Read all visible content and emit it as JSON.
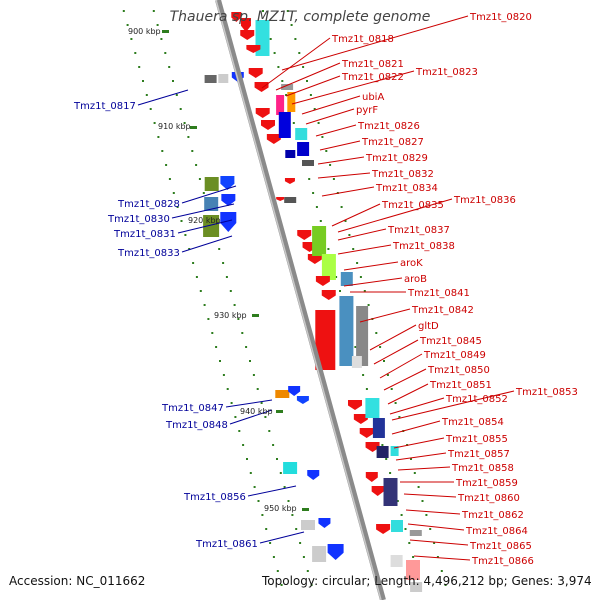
{
  "title": "Thauera sp. MZ1T, complete genome",
  "footer": {
    "accession": "Accession: NC_011662",
    "stats": "Topology: circular; Length: 4,496,212 bp; Genes: 3,974"
  },
  "colors": {
    "axis": "#888888",
    "right_labels": "#cc0000",
    "left_labels": "#000099",
    "kbp_ticks": "#2e7d1e"
  },
  "scale_labels": [
    "900 kbp",
    "910 kbp",
    "920 kbp",
    "930 kbp",
    "940 kbp",
    "950 kbp"
  ],
  "right_labels": [
    "Tmz1t_0820",
    "Tmz1t_0818",
    "Tmz1t_0821",
    "Tmz1t_0822",
    "Tmz1t_0823",
    "ubiA",
    "pyrF",
    "Tmz1t_0826",
    "Tmz1t_0827",
    "Tmz1t_0829",
    "Tmz1t_0832",
    "Tmz1t_0834",
    "Tmz1t_0835",
    "Tmz1t_0836",
    "Tmz1t_0837",
    "Tmz1t_0838",
    "aroK",
    "aroB",
    "Tmz1t_0841",
    "Tmz1t_0842",
    "gltD",
    "Tmz1t_0845",
    "Tmz1t_0849",
    "Tmz1t_0850",
    "Tmz1t_0851",
    "Tmz1t_0852",
    "Tmz1t_0853",
    "Tmz1t_0854",
    "Tmz1t_0855",
    "Tmz1t_0857",
    "Tmz1t_0858",
    "Tmz1t_0859",
    "Tmz1t_0860",
    "Tmz1t_0862",
    "Tmz1t_0864",
    "Tmz1t_0865",
    "Tmz1t_0866"
  ],
  "left_labels": [
    "Tmz1t_0817",
    "Tmz1t_0828",
    "Tmz1t_0830",
    "Tmz1t_0831",
    "Tmz1t_0833",
    "Tmz1t_0847",
    "Tmz1t_0848",
    "Tmz1t_0856",
    "Tmz1t_0861"
  ]
}
